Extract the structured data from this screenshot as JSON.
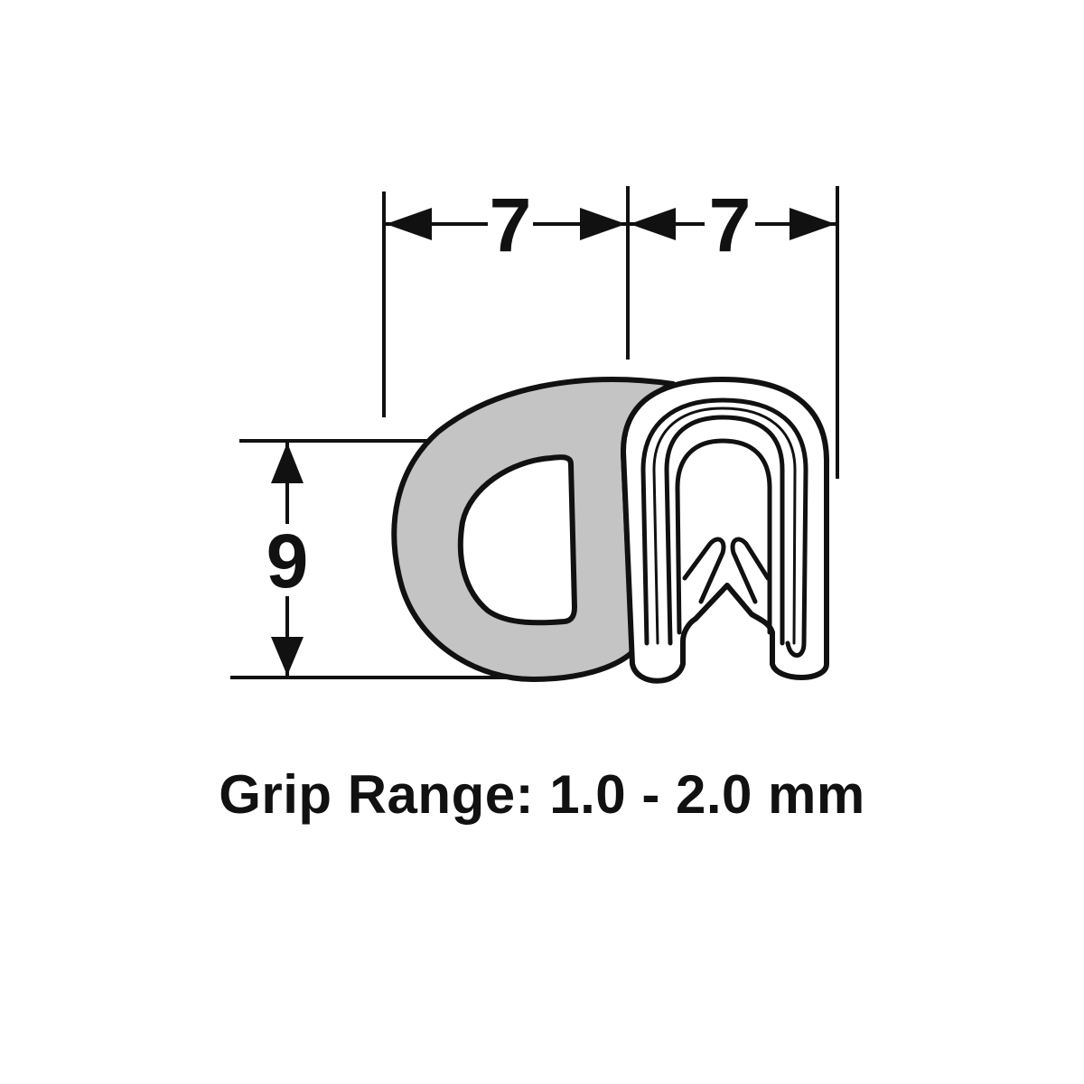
{
  "dimensions": {
    "width_left": "7",
    "width_right": "7",
    "height": "9"
  },
  "caption": "Grip Range: 1.0 - 2.0 mm",
  "colors": {
    "line": "#111111",
    "seal_fill": "#c4c4c4",
    "background": "#ffffff"
  }
}
